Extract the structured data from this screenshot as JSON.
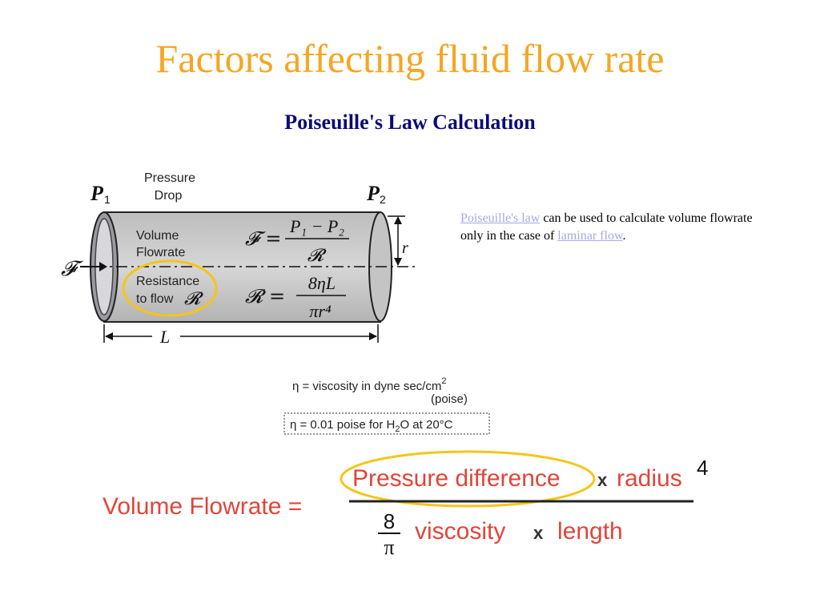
{
  "slide": {
    "title": "Factors affecting fluid flow rate",
    "subtitle": "Poiseuille's Law Calculation"
  },
  "description": {
    "link1": "Poiseuille's law",
    "text1": " can be used to calculate volume flowrate",
    "text2": "only in the case of ",
    "link2": "laminar flow",
    "text3": ".",
    "link_color": "#a8a8e8"
  },
  "pipe_diagram": {
    "pressure_drop_line1": "Pressure",
    "pressure_drop_line2": "Drop",
    "p1_letter": "P",
    "p1_sub": "1",
    "p2_letter": "P",
    "p2_sub": "2",
    "volume_line1": "Volume",
    "volume_line2": "Flowrate",
    "resistance_line1": "Resistance",
    "resistance_line2": "to flow",
    "flow_symbol": "𝓕",
    "resistance_symbol": "𝓡",
    "radius_label": "r",
    "length_label": "L",
    "eq1_lhs": "𝓕 =",
    "eq1_num": "P₁ − P₂",
    "eq1_den": "𝓡",
    "eq2_lhs": "𝓡 =",
    "eq2_num": "8ηL",
    "eq2_den": "πr⁴"
  },
  "viscosity_note": {
    "line1": "η = viscosity in dyne sec/cm",
    "line1_sup": "2",
    "line2": "(poise)",
    "box_pre": "η = 0.01 poise for H",
    "box_sub": "2",
    "box_post": "O at 20°C"
  },
  "formula": {
    "lhs": "Volume Flowrate =",
    "numerator_term1": "Pressure difference",
    "times1": "x",
    "numerator_term2": "radius",
    "exponent": "4",
    "frac_num": "8",
    "frac_den": "π",
    "denominator_term1": "viscosity",
    "times2": "x",
    "denominator_term2": "length"
  },
  "colors": {
    "title": "#f5a623",
    "subtitle": "#0a0a7a",
    "formula_red": "#e0453a",
    "highlight_ring": "#f5c518",
    "pipe_gray": "#c8c8c8"
  }
}
